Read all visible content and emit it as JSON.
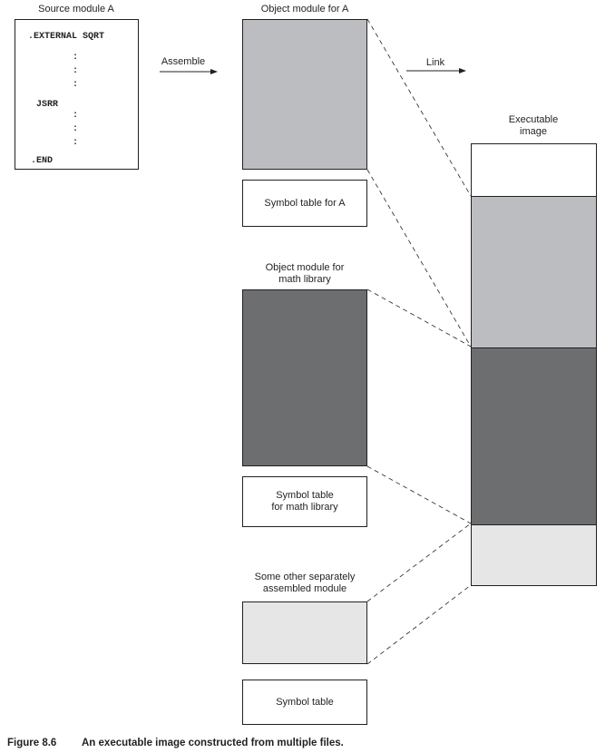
{
  "source": {
    "title": "Source module A",
    "lines": [
      ".EXTERNAL SQRT",
      "JSRR",
      ".END"
    ],
    "dots": [
      ":",
      ":",
      ":",
      ":",
      ":",
      ":"
    ]
  },
  "arrows": {
    "assemble": "Assemble",
    "link": "Link"
  },
  "object_a": {
    "title": "Object module for A",
    "symbol_table": "Symbol table for A"
  },
  "math": {
    "title": "Object module for\nmath library",
    "symbol_table": "Symbol table\nfor math library"
  },
  "other": {
    "title": "Some other separately\nassembled module",
    "symbol_table": "Symbol table"
  },
  "executable": {
    "title": "Executable\nimage"
  },
  "caption": {
    "label": "Figure 8.6",
    "text": "An executable image constructed from multiple files."
  },
  "colors": {
    "object_a": "#bcbdc0",
    "math_library": "#6d6e70",
    "other_module": "#e6e6e7",
    "executable_top": "#ffffff",
    "stroke": "#231f20"
  }
}
